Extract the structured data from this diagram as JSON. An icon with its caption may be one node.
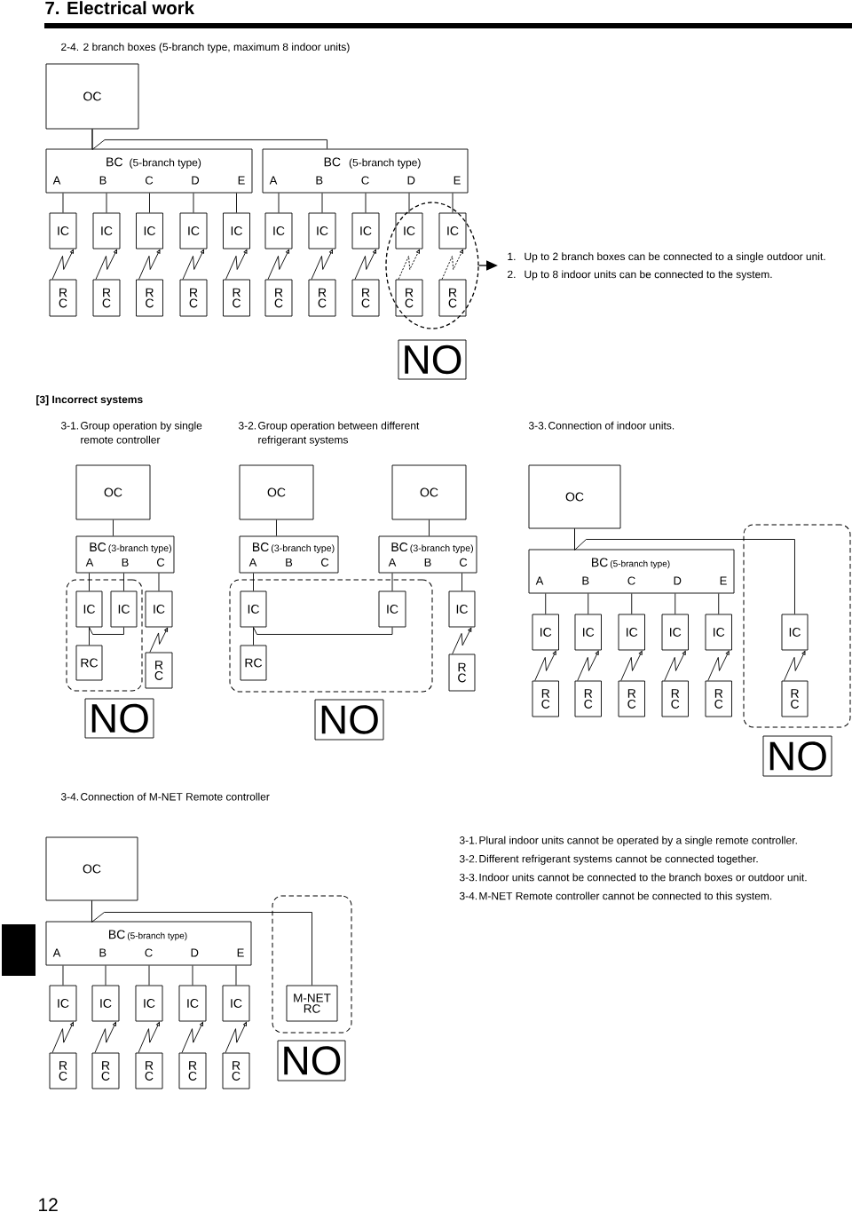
{
  "diagram": {
    "title": "7. Electrical work",
    "nodes": [
      {
        "text": [
          "OC"
        ]
      },
      {
        "text": [
          "BC",
          "(5-branch type)",
          "A",
          "B",
          "C",
          "D",
          "E"
        ]
      },
      {
        "text": [
          "BC",
          "(5-branch type)",
          "A",
          "B",
          "C",
          "D",
          "E"
        ]
      },
      {
        "text": [],
        "shape": "ellipse"
      },
      {
        "text": [
          "IC"
        ]
      },
      {
        "text": [
          "IC"
        ]
      },
      {
        "text": [
          "IC"
        ]
      },
      {
        "text": [
          "IC"
        ]
      },
      {
        "text": [
          "IC"
        ]
      },
      {
        "text": [
          "IC"
        ]
      },
      {
        "text": [
          "IC"
        ]
      },
      {
        "text": [
          "IC"
        ]
      },
      {
        "text": [
          "IC"
        ],
        "in": 3
      },
      {
        "text": [
          "IC"
        ],
        "in": 3
      },
      {
        "text": [
          "R C"
        ]
      },
      {
        "text": [
          "R C"
        ]
      },
      {
        "text": [
          "R C"
        ]
      },
      {
        "text": [
          "R C"
        ]
      },
      {
        "text": [
          "R C"
        ]
      },
      {
        "text": [
          "R C"
        ]
      },
      {
        "text": [
          "R C"
        ]
      },
      {
        "text": [
          "R C"
        ]
      },
      {
        "text": [
          "R C"
        ],
        "in": 3
      },
      {
        "text": [
          "R C"
        ],
        "in": 3
      },
      {
        "text": [
          "1.",
          "Up to 2 branch boxes can be connected to a single outdoor unit.",
          "2.",
          "Up to 8 indoor units can be connected to the system."
        ]
      },
      {
        "text": [
          "NO"
        ]
      },
      {
        "text": [
          "OC"
        ]
      },
      {
        "text": [
          "BC",
          "(3-branch type)",
          "A",
          "B",
          "C"
        ]
      },
      {
        "text": [],
        "shape": "box"
      },
      {
        "text": [
          "IC"
        ],
        "in": 28
      },
      {
        "text": [
          "IC"
        ],
        "in": 28
      },
      {
        "text": [
          "RC"
        ],
        "in": 28
      },
      {
        "text": [
          "IC"
        ]
      },
      {
        "text": [
          "R C"
        ]
      },
      {
        "text": [
          "NO"
        ]
      },
      {
        "text": [
          "OC"
        ]
      },
      {
        "text": [
          "OC"
        ]
      },
      {
        "text": [
          "BC",
          "(3-branch type)",
          "A",
          "B",
          "C"
        ]
      },
      {
        "text": [
          "BC",
          "(3-branch type)",
          "A",
          "B",
          "C"
        ]
      },
      {
        "text": [],
        "shape": "box"
      },
      {
        "text": [
          "IC"
        ],
        "in": 39
      },
      {
        "text": [
          "IC"
        ],
        "in": 39
      },
      {
        "text": [
          "RC"
        ],
        "in": 39
      },
      {
        "text": [
          "IC"
        ]
      },
      {
        "text": [
          "R C"
        ]
      },
      {
        "text": [
          "NO"
        ]
      },
      {
        "text": [
          "OC"
        ]
      },
      {
        "text": [
          "BC",
          "(5-branch type)",
          "A",
          "B",
          "C",
          "D",
          "E"
        ]
      },
      {
        "text": [
          "IC"
        ]
      },
      {
        "text": [
          "IC"
        ]
      },
      {
        "text": [
          "IC"
        ]
      },
      {
        "text": [
          "IC"
        ]
      },
      {
        "text": [
          "IC"
        ]
      },
      {
        "text": [],
        "shape": "box"
      },
      {
        "text": [
          "IC"
        ],
        "in": 53
      },
      {
        "text": [
          "R C"
        ]
      },
      {
        "text": [
          "R C"
        ]
      },
      {
        "text": [
          "R C"
        ]
      },
      {
        "text": [
          "R C"
        ]
      },
      {
        "text": [
          "R C"
        ]
      },
      {
        "text": [
          "R C"
        ],
        "in": 53
      },
      {
        "text": [
          "NO"
        ]
      },
      {
        "text": [
          "OC"
        ]
      },
      {
        "text": [
          "BC",
          "(5-branch type)",
          "A",
          "B",
          "C",
          "D",
          "E"
        ]
      },
      {
        "text": [
          "IC"
        ]
      },
      {
        "text": [
          "IC"
        ]
      },
      {
        "text": [
          "IC"
        ]
      },
      {
        "text": [
          "IC"
        ]
      },
      {
        "text": [
          "IC"
        ]
      },
      {
        "text": [],
        "shape": "box"
      },
      {
        "text": [
          "M-NET RC"
        ],
        "in": 69
      },
      {
        "text": [
          "R C"
        ]
      },
      {
        "text": [
          "R C"
        ]
      },
      {
        "text": [
          "R C"
        ]
      },
      {
        "text": [
          "R C"
        ]
      },
      {
        "text": [
          "R C"
        ]
      },
      {
        "text": [
          "NO"
        ]
      }
    ],
    "edges": [
      {
        "from": 0,
        "to": 1,
        "arrow": "none"
      },
      {
        "from": 0,
        "to": 2,
        "arrow": "none"
      },
      {
        "from": 1,
        "to": 4,
        "arrow": "none"
      },
      {
        "from": 1,
        "to": 5,
        "arrow": "none"
      },
      {
        "from": 1,
        "to": 6,
        "arrow": "none"
      },
      {
        "from": 1,
        "to": 7,
        "arrow": "none"
      },
      {
        "from": 1,
        "to": 8,
        "arrow": "none"
      },
      {
        "from": 2,
        "to": 9,
        "arrow": "none"
      },
      {
        "from": 2,
        "to": 10,
        "arrow": "none"
      },
      {
        "from": 2,
        "to": 11,
        "arrow": "none"
      },
      {
        "from": 2,
        "to": 12,
        "arrow": "none"
      },
      {
        "from": 2,
        "to": 13,
        "arrow": "none"
      },
      {
        "from": 14,
        "to": 4,
        "arrow": "to"
      },
      {
        "from": 15,
        "to": 5,
        "arrow": "to"
      },
      {
        "from": 16,
        "to": 6,
        "arrow": "to"
      },
      {
        "from": 17,
        "to": 7,
        "arrow": "to"
      },
      {
        "from": 18,
        "to": 8,
        "arrow": "to"
      },
      {
        "from": 19,
        "to": 9,
        "arrow": "to"
      },
      {
        "from": 20,
        "to": 10,
        "arrow": "to"
      },
      {
        "from": 21,
        "to": 11,
        "arrow": "to"
      },
      {
        "from": 22,
        "to": 12,
        "arrow": "to",
        "style": "dashed"
      },
      {
        "from": 23,
        "to": 13,
        "arrow": "to",
        "style": "dashed"
      },
      {
        "from": 3,
        "to": 24,
        "arrow": "to"
      },
      {
        "from": 26,
        "to": 27,
        "arrow": "none"
      },
      {
        "from": 27,
        "to": 29,
        "arrow": "none"
      },
      {
        "from": 27,
        "to": 30,
        "arrow": "none"
      },
      {
        "from": 27,
        "to": 32,
        "arrow": "none"
      },
      {
        "from": 31,
        "to": 29,
        "arrow": "none"
      },
      {
        "from": 29,
        "to": 30,
        "arrow": "none"
      },
      {
        "from": 33,
        "to": 32,
        "arrow": "to"
      },
      {
        "from": 35,
        "to": 37,
        "arrow": "none"
      },
      {
        "from": 36,
        "to": 38,
        "arrow": "none"
      },
      {
        "from": 37,
        "to": 40,
        "arrow": "none"
      },
      {
        "from": 38,
        "to": 41,
        "arrow": "none"
      },
      {
        "from": 38,
        "to": 43,
        "arrow": "none"
      },
      {
        "from": 42,
        "to": 40,
        "arrow": "none"
      },
      {
        "from": 40,
        "to": 41,
        "arrow": "none"
      },
      {
        "from": 44,
        "to": 43,
        "arrow": "to"
      },
      {
        "from": 46,
        "to": 47,
        "arrow": "none"
      },
      {
        "from": 46,
        "to": 54,
        "arrow": "none"
      },
      {
        "from": 47,
        "to": 48,
        "arrow": "none"
      },
      {
        "from": 47,
        "to": 49,
        "arrow": "none"
      },
      {
        "from": 47,
        "to": 50,
        "arrow": "none"
      },
      {
        "from": 47,
        "to": 51,
        "arrow": "none"
      },
      {
        "from": 47,
        "to": 52,
        "arrow": "none"
      },
      {
        "from": 55,
        "to": 48,
        "arrow": "to"
      },
      {
        "from": 56,
        "to": 49,
        "arrow": "to"
      },
      {
        "from": 57,
        "to": 50,
        "arrow": "to"
      },
      {
        "from": 58,
        "to": 51,
        "arrow": "to"
      },
      {
        "from": 59,
        "to": 52,
        "arrow": "to"
      },
      {
        "from": 60,
        "to": 54,
        "arrow": "to"
      },
      {
        "from": 62,
        "to": 63,
        "arrow": "none"
      },
      {
        "from": 62,
        "to": 70,
        "arrow": "none"
      },
      {
        "from": 63,
        "to": 64,
        "arrow": "none"
      },
      {
        "from": 63,
        "to": 65,
        "arrow": "none"
      },
      {
        "from": 63,
        "to": 66,
        "arrow": "none"
      },
      {
        "from": 63,
        "to": 67,
        "arrow": "none"
      },
      {
        "from": 63,
        "to": 68,
        "arrow": "none"
      },
      {
        "from": 71,
        "to": 64,
        "arrow": "to"
      },
      {
        "from": 72,
        "to": 65,
        "arrow": "to"
      },
      {
        "from": 73,
        "to": 66,
        "arrow": "to"
      },
      {
        "from": 74,
        "to": 67,
        "arrow": "to"
      },
      {
        "from": 75,
        "to": 68,
        "arrow": "to"
      }
    ],
    "labels": [
      "2-4. 2 branch boxes (5-branch type, maximum 8 indoor units)",
      "[3] Incorrect systems",
      "3-1.",
      "Group operation by single remote controller",
      "3-2.",
      "Group operation between different refrigerant systems",
      "3-3.",
      "Connection of indoor units.",
      "3-4.",
      "Connection of M-NET Remote controller",
      "3-1.",
      "Plural indoor units cannot be operated by a single remote controller.",
      "3-2.",
      "Different refrigerant systems cannot be connected together.",
      "3-3.",
      "Indoor units cannot be connected to the branch boxes or outdoor unit.",
      "3-4.",
      "M-NET Remote controller cannot be connected to this system.",
      "12"
    ]
  }
}
